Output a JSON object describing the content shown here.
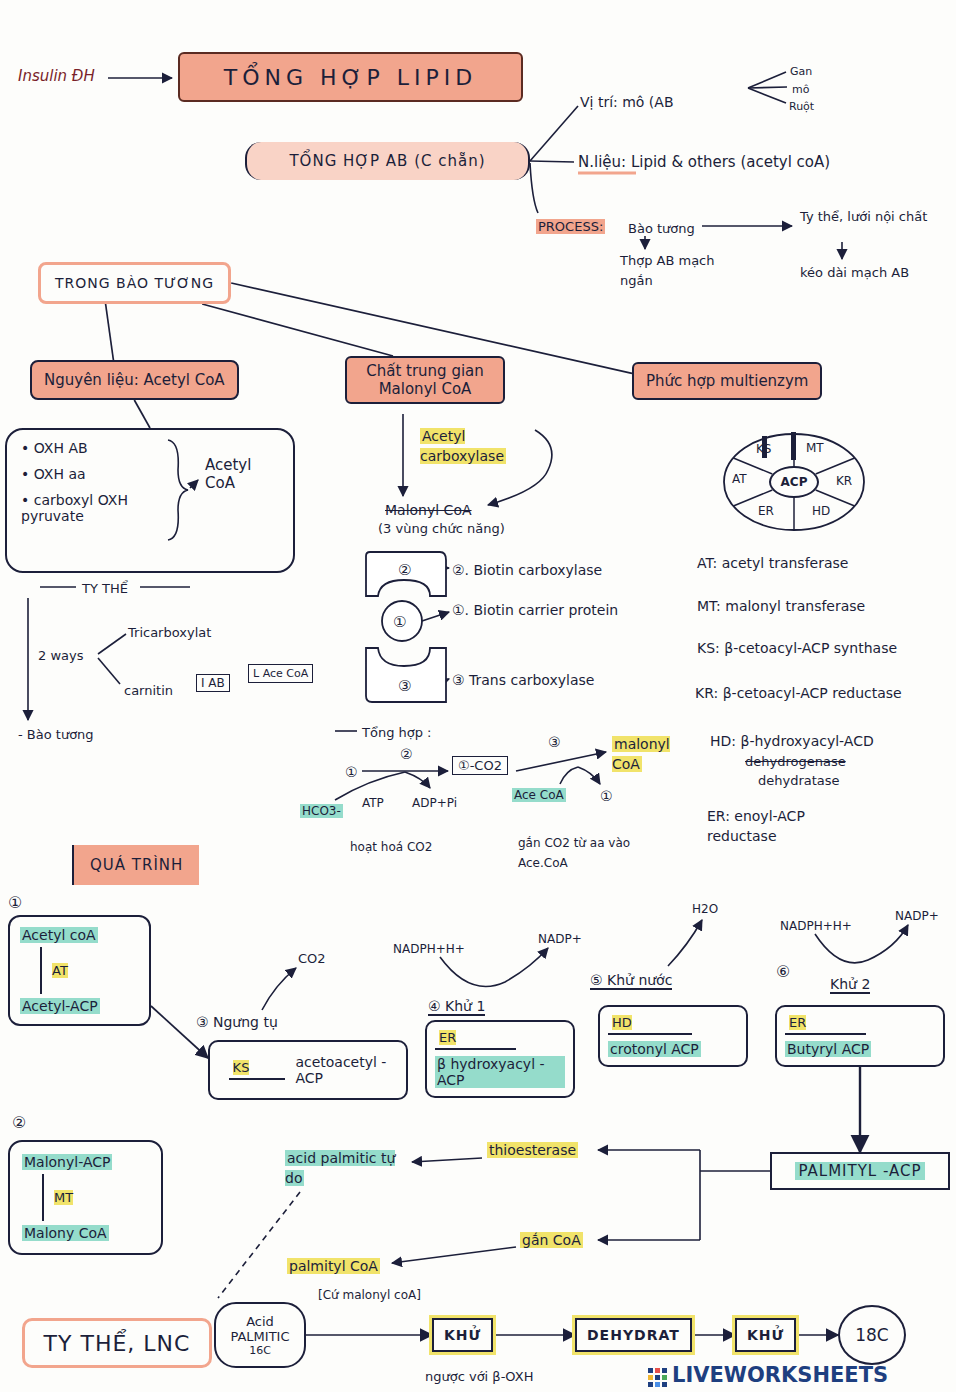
{
  "diagram": {
    "title": "TỔNG HỢP LIPID",
    "nodes": [
      {
        "text": [
          "TỔNG HỢP LIPID"
        ]
      },
      {
        "text": [
          "TỔNG HỢP AB (C chẵn)"
        ]
      },
      {
        "text": [
          "TRONG BÀO TƯƠNG"
        ]
      },
      {
        "text": [
          "Nguyên liệu: Acetyl CoA"
        ]
      },
      {
        "text": [
          "Chất trung gian Malonyl CoA"
        ]
      },
      {
        "text": [
          "Phức hợp multienzym"
        ]
      },
      {
        "text": [
          "• OXH AB",
          "• OXH aa",
          "• carboxyl OXH pyruvate",
          "Acetyl CoA"
        ]
      },
      {
        "text": [
          "KS",
          "MT",
          "KR",
          "HD",
          "ER",
          "AT"
        ]
      },
      {
        "text": [
          "ACP"
        ],
        "in": 7
      },
      {
        "text": [
          "I AB"
        ]
      },
      {
        "text": [
          "L Ace CoA"
        ]
      },
      {
        "text": [
          "①-CO2"
        ]
      },
      {
        "text": [
          "QUÁ TRÌNH"
        ]
      },
      {
        "text": [
          "Acetyl coA",
          "AT",
          "Acetyl-ACP"
        ]
      },
      {
        "text": [
          "KS",
          "acetoacetyl -ACP"
        ]
      },
      {
        "text": [
          "ER",
          "β hydroxyacyl -ACP"
        ]
      },
      {
        "text": [
          "HD",
          "crotonyl ACP"
        ]
      },
      {
        "text": [
          "ER",
          "Butyryl ACP"
        ]
      },
      {
        "text": [
          "Malonyl-ACP",
          "MT",
          "Malony CoA"
        ]
      },
      {
        "text": [
          "PALMITYL -ACP"
        ]
      },
      {
        "text": [
          "TY THỂ, LNC"
        ]
      },
      {
        "text": [
          "Acid PALMITIC",
          "16C"
        ]
      },
      {
        "text": [
          "KHỬ"
        ]
      },
      {
        "text": [
          "DEHYDRAT"
        ]
      },
      {
        "text": [
          "KHỬ"
        ]
      },
      {
        "text": [
          "18C"
        ]
      }
    ],
    "edges": [
      {
        "from": 2,
        "to": 3,
        "arrow": "none"
      },
      {
        "from": 2,
        "to": 4,
        "arrow": "none"
      },
      {
        "from": 2,
        "to": 5,
        "arrow": "none"
      },
      {
        "from": 3,
        "to": 6,
        "arrow": "none"
      },
      {
        "from": 13,
        "to": 14,
        "arrow": "to"
      },
      {
        "from": 17,
        "to": 19,
        "arrow": "to"
      },
      {
        "from": 21,
        "to": 22,
        "arrow": "to"
      },
      {
        "from": 22,
        "to": 23,
        "arrow": "to"
      },
      {
        "from": 23,
        "to": 24,
        "arrow": "to"
      },
      {
        "from": 24,
        "to": 25,
        "arrow": "to"
      }
    ],
    "labels": [
      "Insulin ĐH",
      "Vị trí: mô (AB",
      "Gan",
      "mô",
      "Ruột",
      "N.liệu: Lipid & others (acetyl coA)",
      "PROCESS:",
      "Bào tương",
      "Thợp AB mạch ngắn",
      "Ty thể, lưới nội chất",
      "kéo dài mạch AB",
      "TY THỂ",
      "2 ways",
      "Tricarboxylat",
      "carnitin",
      "- Bào tương",
      "Acetyl carboxylase",
      "Malonyl CoA",
      "(3 vùng chức năng)",
      "②",
      "②. Biotin carboxylase",
      "①",
      "①. Biotin carrier protein",
      "③",
      "③ Trans carboxylase",
      "AT: acetyl transferase",
      "MT: malonyl transferase",
      "KS: β-cetoacyl-ACP synthase",
      "KR: β-cetoacyl-ACP reductase",
      "HD: β-hydroxyacyl-ACD",
      "dehydrogenase",
      "dehydratase",
      "ER: enoyl-ACP reductase",
      "Tổng hợp :",
      "①",
      "②",
      "③",
      "malonyl CoA",
      "HCO3-",
      "ATP",
      "ADP+Pi",
      "Ace CoA",
      "①",
      "hoạt hoá CO2",
      "gắn CO2 từ aa vào Ace.CoA",
      "①",
      "③ Ngưng tụ",
      "CO2",
      "④ Khử 1",
      "NADPH+H+",
      "NADP+",
      "⑤ Khử nước",
      "H2O",
      "⑥",
      "Khử 2",
      "NADPH+H+",
      "NADP+",
      "thioesterase",
      "acid palmitic tự do",
      "gắn CoA",
      "palmityl CoA",
      "②",
      "[Cứ malonyl coA]",
      "ngược với β-OXH",
      "LIVEWORKSHEETS"
    ]
  }
}
